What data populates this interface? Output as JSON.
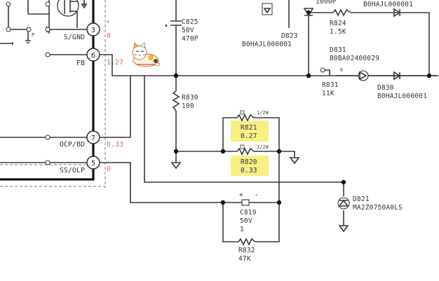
{
  "colors": {
    "highlight": "#f6ef84",
    "voltage": "#d9705a",
    "wire": "#3a3a3a"
  },
  "ic_pins": [
    {
      "num": "3",
      "name": "S/GND",
      "voltage": "0"
    },
    {
      "num": "6",
      "name": "FB",
      "voltage": "1.27"
    },
    {
      "num": "7",
      "name": "OCP/BD",
      "voltage": "0.33"
    },
    {
      "num": "5",
      "name": "SS/OLP",
      "voltage": "0"
    }
  ],
  "pin_star": "*",
  "small_mark": "P",
  "components": {
    "c825": {
      "ref": "C825",
      "voltage": "50V",
      "value": "470P"
    },
    "r830": {
      "ref": "R830",
      "value": "100"
    },
    "r821": {
      "ref": "R821",
      "value": "0.27",
      "rating": "1/2W"
    },
    "r820": {
      "ref": "R820",
      "value": "0.33",
      "rating": "1/2W"
    },
    "c819": {
      "ref": "C819",
      "voltage": "50V",
      "value": "1",
      "plus": "+",
      "minus": "-"
    },
    "r832": {
      "ref": "R832",
      "value": "47K"
    },
    "d821": {
      "ref": "D821",
      "part": "MA2Z0750A0LS"
    },
    "d823": {
      "ref": "D823",
      "part": "B0HAJL000001"
    },
    "r824": {
      "ref": "R824",
      "value": "1.5K"
    },
    "top_cap_value": "1000P",
    "top_right_part": "B0HAJL000001",
    "d831": {
      "ref": "D831",
      "part": "B0BA02400029"
    },
    "r831": {
      "ref": "R831",
      "value": "11K"
    },
    "d830": {
      "ref": "D830",
      "part": "B0HAJL000001"
    },
    "q_mark": "K"
  },
  "mascot_icon": "lucky-cat-icon"
}
